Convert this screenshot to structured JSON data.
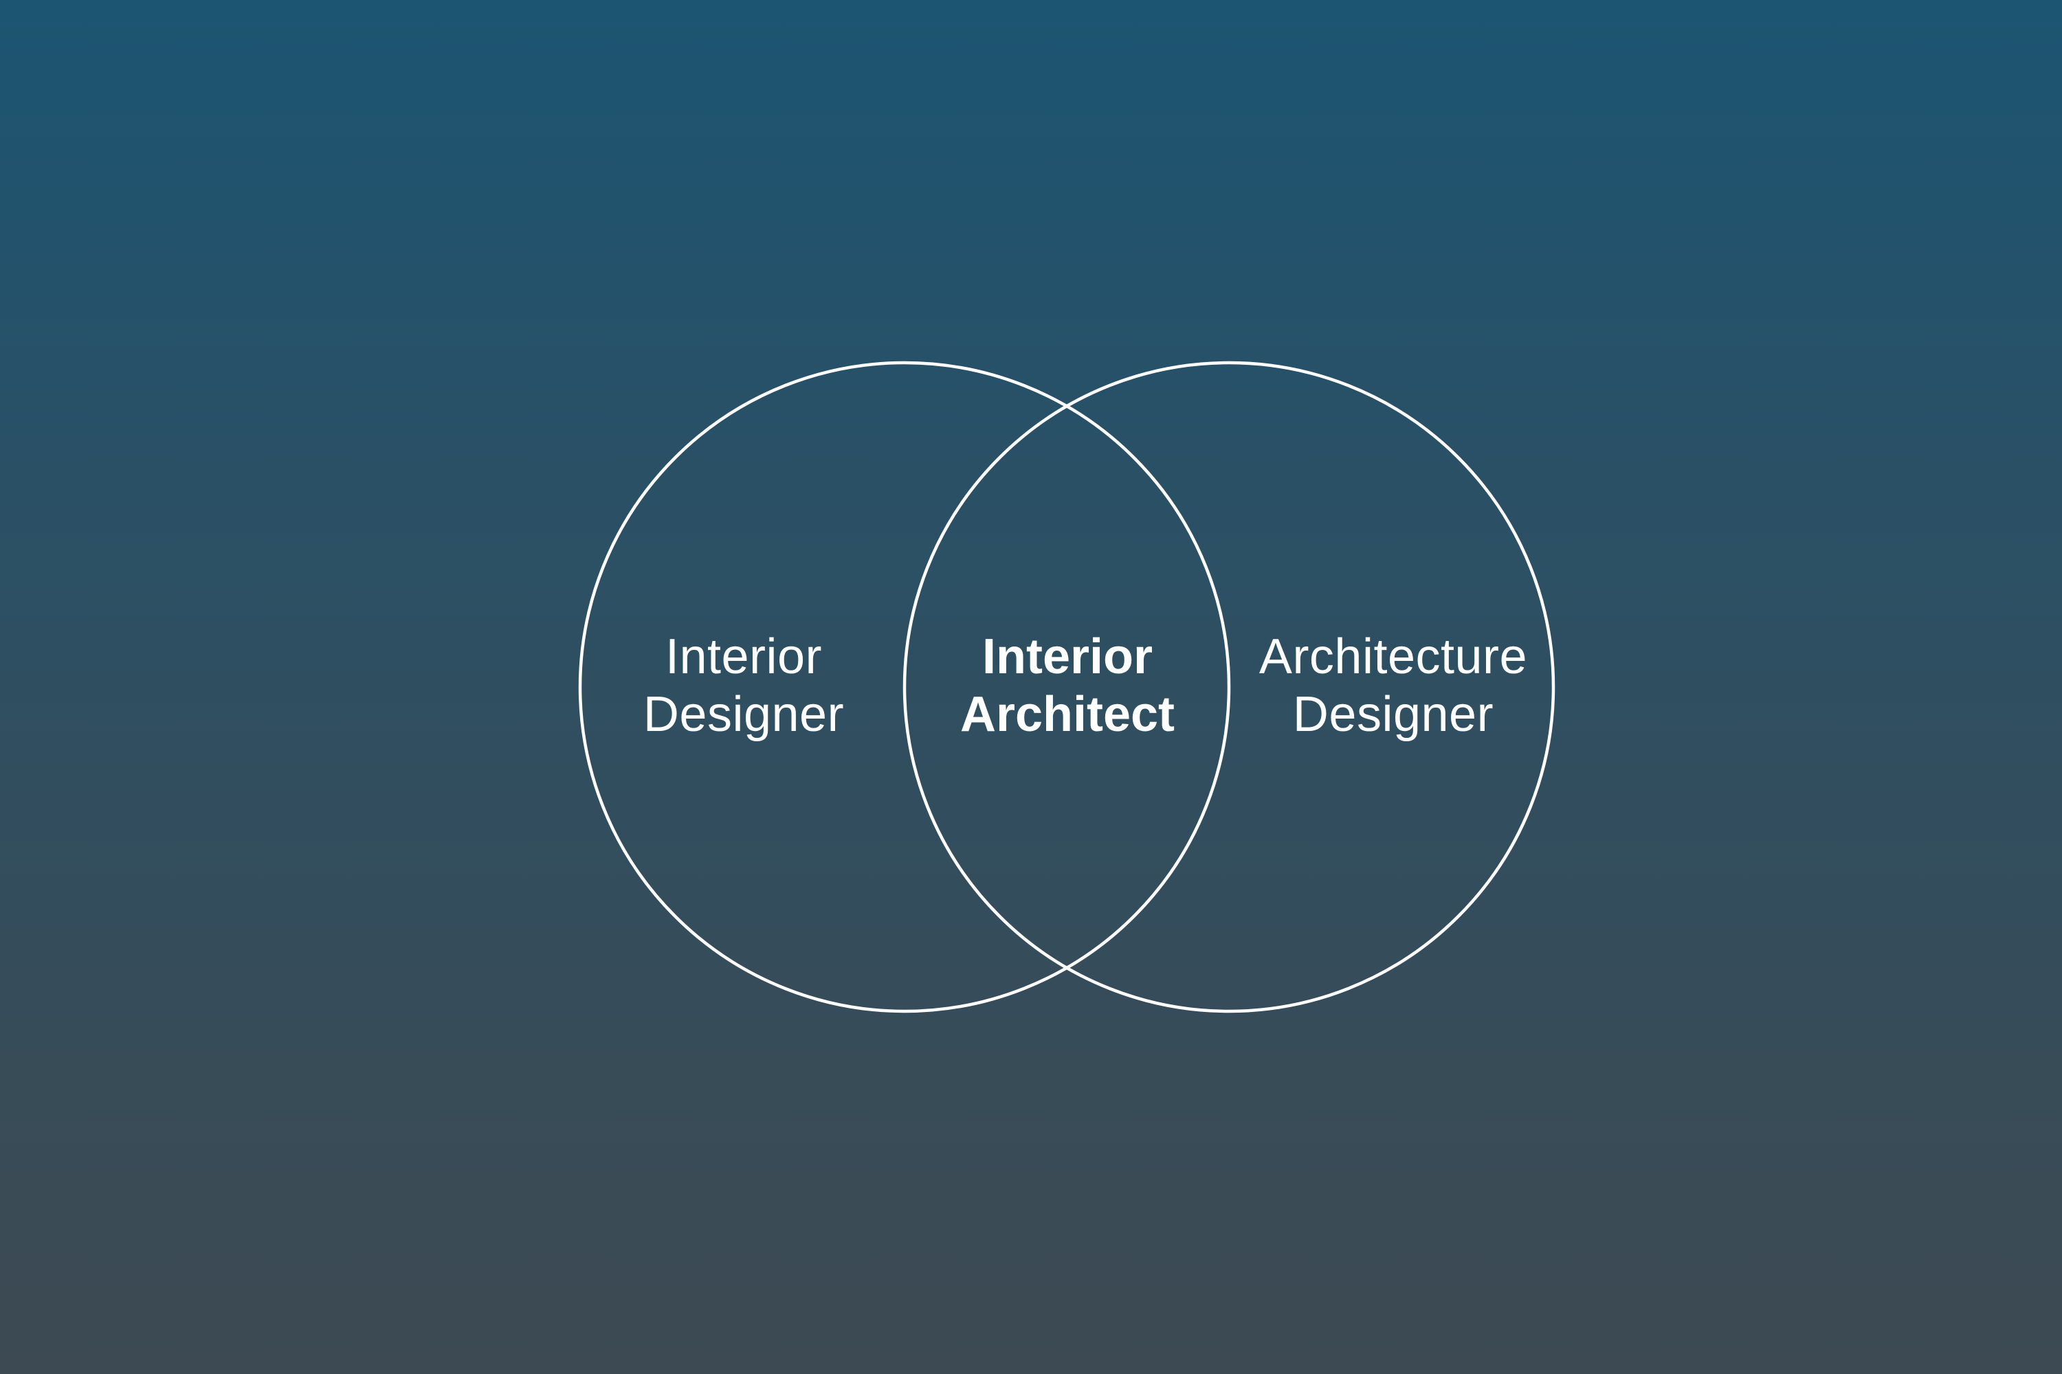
{
  "diagram": {
    "type": "venn",
    "background": {
      "gradient_top": "#1c5572",
      "gradient_middle": "#2f4f61",
      "gradient_bottom": "#3d4a53"
    },
    "stroke_color": "#ffffff",
    "text_color": "#ffffff",
    "sets": [
      {
        "id": "left",
        "label_lines": [
          "Interior",
          "Designer"
        ],
        "weight": "regular"
      },
      {
        "id": "right",
        "label_lines": [
          "Architecture",
          "Designer"
        ],
        "weight": "regular"
      }
    ],
    "intersection": {
      "label_lines": [
        "Interior",
        "Architect"
      ],
      "weight": "bold"
    }
  }
}
